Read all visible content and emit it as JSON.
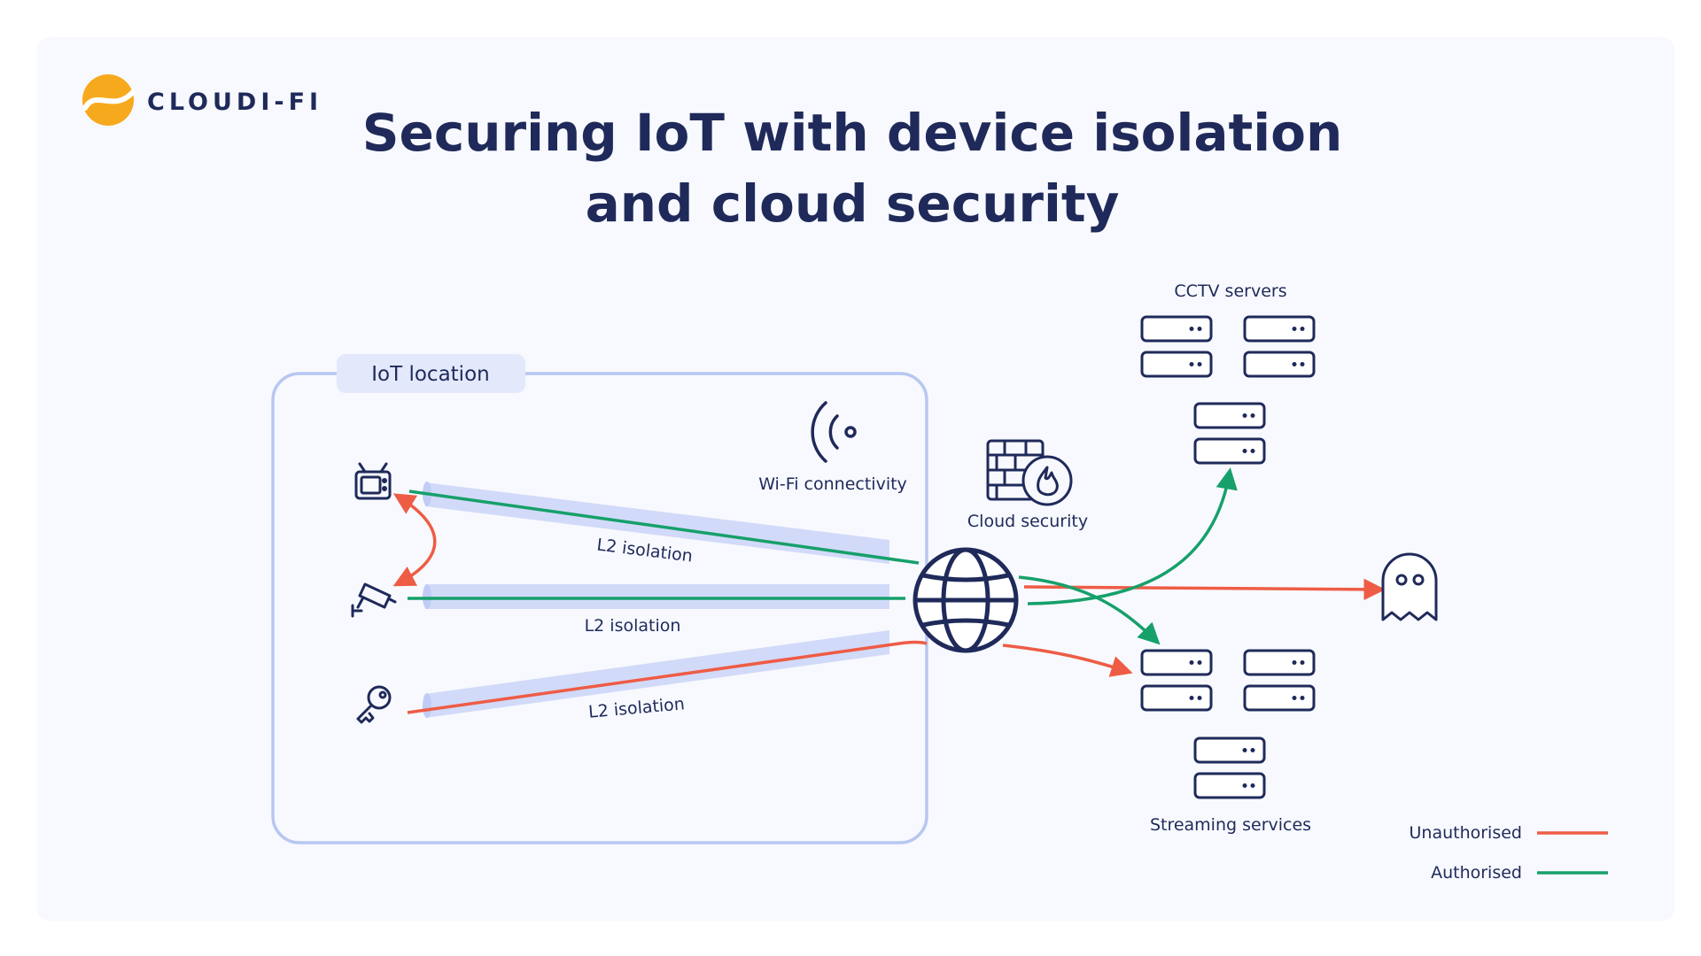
{
  "brand": {
    "name": "CLOUDI-FI"
  },
  "title": {
    "line1": "Securing IoT with device isolation",
    "line2": "and cloud security"
  },
  "iot_box": {
    "label": "IoT location"
  },
  "wifi": {
    "label": "Wi-Fi connectivity"
  },
  "cloud": {
    "label": "Cloud security"
  },
  "tunnels": {
    "top": {
      "label": "L2 isolation"
    },
    "middle": {
      "label": "L2 isolation"
    },
    "bottom": {
      "label": "L2 isolation"
    }
  },
  "groups": {
    "cctv": {
      "label": "CCTV servers"
    },
    "streaming": {
      "label": "Streaming services"
    }
  },
  "legend": {
    "unauthorised": {
      "label": "Unauthorised",
      "color": "#ee5c45"
    },
    "authorised": {
      "label": "Authorised",
      "color": "#16a06a"
    }
  },
  "colors": {
    "navy": "#1f2a5a",
    "tunnel": "#d2daf9",
    "box_border": "#b7c7f2",
    "panel_bg": "#f7f9fe",
    "brand_orange": "#f7a91d"
  },
  "icons": {
    "devices": [
      "tv-icon",
      "security-camera-icon",
      "key-icon"
    ],
    "wifi": "wifi-signal-icon",
    "firewall": "firewall-icon",
    "globe": "globe-icon",
    "threat": "ghost-icon",
    "server": "server-icon"
  }
}
